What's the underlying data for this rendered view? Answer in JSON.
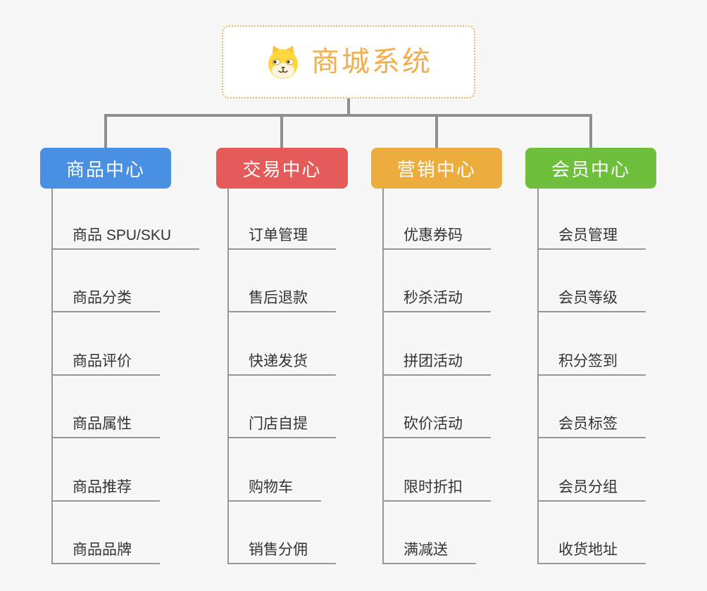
{
  "app": {
    "background_color": "#f7f7f7",
    "connector_color": "#8f8f8f",
    "leaf_line_color": "#979797",
    "leaf_text_color": "#333333"
  },
  "root": {
    "title": "商城系统",
    "icon": "dog-icon",
    "border_color": "#f2b45c",
    "title_color": "#f2ae4b",
    "background": "#ffffff"
  },
  "branches": [
    {
      "label": "商品中心",
      "color": "#4A90E2",
      "items": [
        "商品 SPU/SKU",
        "商品分类",
        "商品评价",
        "商品属性",
        "商品推荐",
        "商品品牌"
      ]
    },
    {
      "label": "交易中心",
      "color": "#E45B59",
      "items": [
        "订单管理",
        "售后退款",
        "快递发货",
        "门店自提",
        "购物车",
        "销售分佣"
      ]
    },
    {
      "label": "营销中心",
      "color": "#ECAC3E",
      "items": [
        "优惠券码",
        "秒杀活动",
        "拼团活动",
        "砍价活动",
        "限时折扣",
        "满减送"
      ]
    },
    {
      "label": "会员中心",
      "color": "#6EC03C",
      "items": [
        "会员管理",
        "会员等级",
        "积分签到",
        "会员标签",
        "会员分组",
        "收货地址"
      ]
    }
  ]
}
